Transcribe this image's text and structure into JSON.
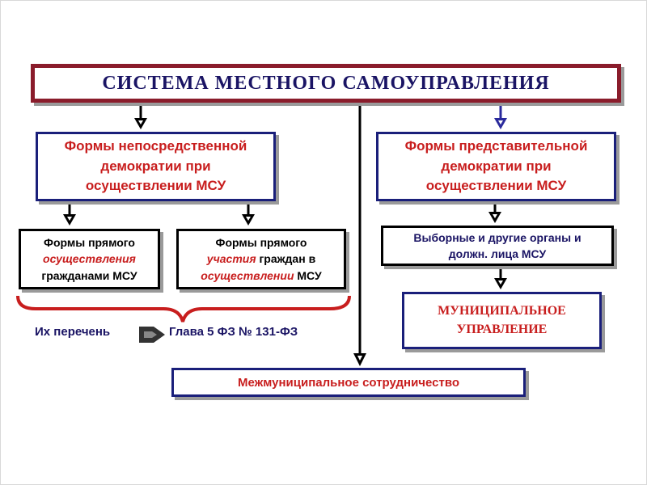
{
  "title": "СИСТЕМА МЕСТНОГО САМОУПРАВЛЕНИЯ",
  "direct_democracy": {
    "line1": "Формы непосредственной",
    "line2": "демократии при",
    "line3": "осуществлении МСУ"
  },
  "representative_democracy": {
    "line1": "Формы представительной",
    "line2": "демократии при",
    "line3": "осуществлении МСУ"
  },
  "direct_forms": {
    "line1": "Формы прямого",
    "line2": "осуществления",
    "line3": "гражданами МСУ"
  },
  "participation_forms": {
    "line1": "Формы прямого",
    "line2_a": "участия",
    "line2_b": "граждан в",
    "line3_a": "осуществлении",
    "line3_b": "МСУ"
  },
  "elected_bodies": {
    "line1": "Выборные и другие органы и",
    "line2": "должн. лица МСУ"
  },
  "municipal_management": {
    "line1": "МУНИЦИПАЛЬНОЕ",
    "line2": "УПРАВЛЕНИЕ"
  },
  "inter_municipal": "Межмуниципальное сотрудничество",
  "list_label": "Их перечень",
  "chapter_label": "Глава 5 ФЗ № 131-ФЗ",
  "colors": {
    "title_border": "#8a1c2b",
    "navy": "#1a1f7a",
    "red_text": "#c81e1e",
    "brace": "#c81e1e"
  }
}
